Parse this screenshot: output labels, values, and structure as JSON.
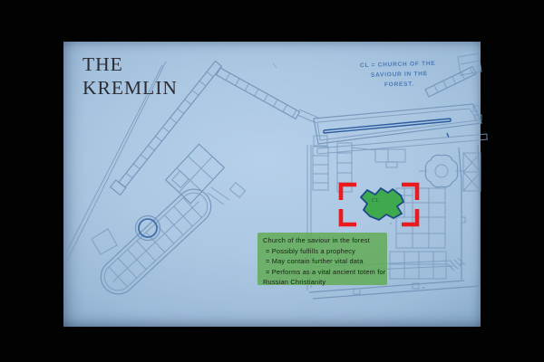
{
  "photo": {
    "frame_color": "#000000"
  },
  "page": {
    "background_color": "#abc7e2"
  },
  "title": {
    "line1": "THE",
    "line2": "KREMLIN",
    "color": "#2d2d35"
  },
  "handwritten_note": {
    "color": "#3a6fae",
    "lines": [
      "CL = CHURCH OF THE",
      "SAVIOUR IN THE",
      "FOREST."
    ]
  },
  "map": {
    "line_color": "#7294b8",
    "dark_line_color": "#2c5c9e",
    "church_site": {
      "label": "CL",
      "fill_color": "#3fa94d",
      "outline_color": "#1c4a84"
    }
  },
  "target_marker": {
    "color": "#ea1b1e"
  },
  "annotation_box": {
    "background_color": "#5cab4e",
    "text_color": "#15240f",
    "lines": [
      "Church of the saviour in the forest",
      "= Possibly fulfills a prophecy",
      "= May contain further vital data",
      "= Performs as a vital ancient totem for",
      "Russian Christianity"
    ]
  }
}
